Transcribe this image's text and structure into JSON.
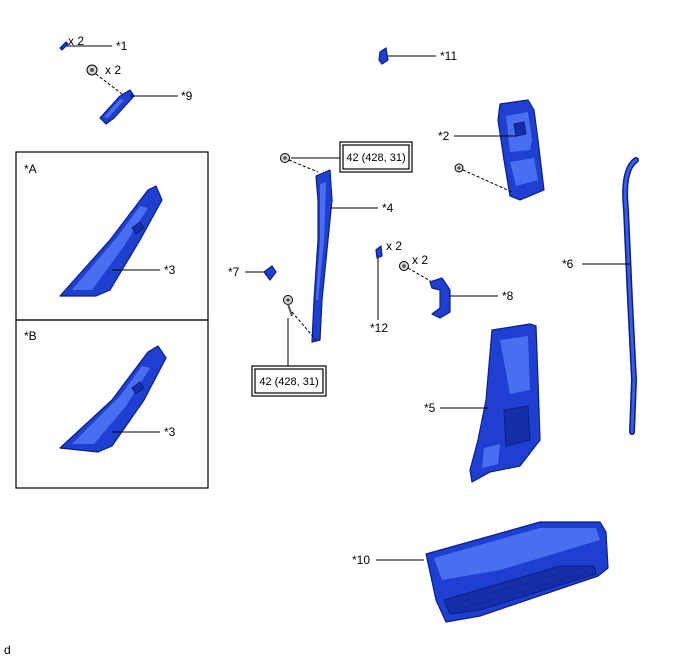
{
  "labels": {
    "p1": "*1",
    "p2": "*2",
    "p3a": "*3",
    "p3b": "*3",
    "p4": "*4",
    "p5": "*5",
    "p6": "*6",
    "p7": "*7",
    "p8": "*8",
    "p9": "*9",
    "p10": "*10",
    "p11": "*11",
    "p12": "*12"
  },
  "quantities": {
    "q1": "x 2",
    "q9": "x 2",
    "q12": "x 2",
    "q8": "x 2"
  },
  "variants": {
    "a": "*A",
    "b": "*B"
  },
  "torque": {
    "upper": "42 (428, 31)",
    "lower": "42 (428, 31)"
  },
  "footer_code": "d",
  "colors": {
    "part_fill": "#1e3fd0",
    "part_stroke": "#0a1f8a",
    "fastener": "#d8d8d8"
  }
}
